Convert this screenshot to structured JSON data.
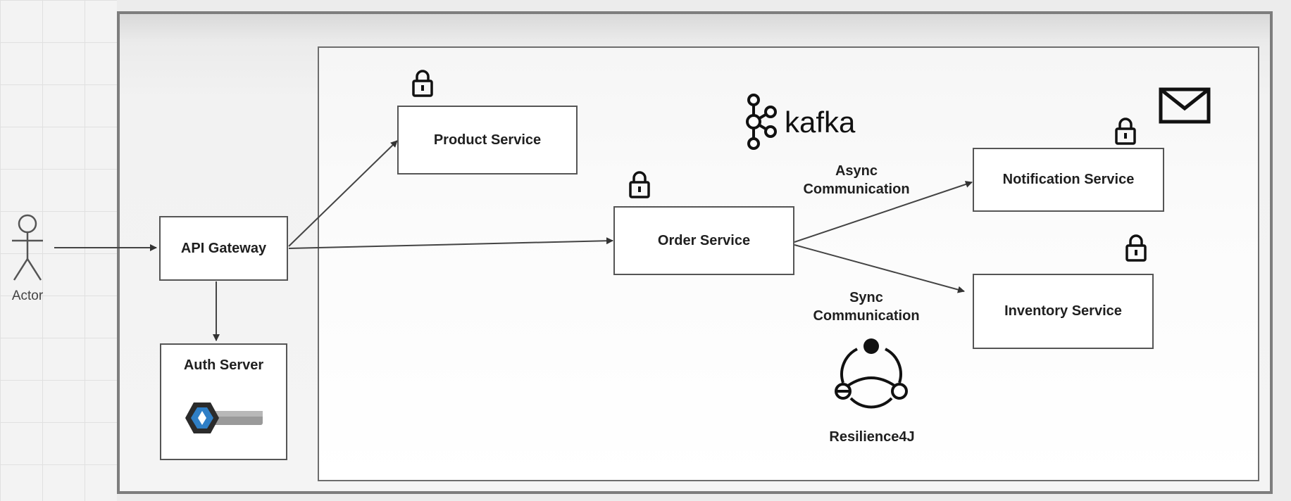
{
  "nodes": {
    "actor": "Actor",
    "api_gateway": "API Gateway",
    "auth_server": "Auth Server",
    "product_service": "Product Service",
    "order_service": "Order Service",
    "notification_service": "Notification Service",
    "inventory_service": "Inventory Service"
  },
  "labels": {
    "kafka": "kafka",
    "async_line1": "Async",
    "async_line2": "Communication",
    "sync_line1": "Sync",
    "sync_line2": "Communication",
    "resilience": "Resilience4J"
  },
  "icons": {
    "lock": "lock-icon",
    "mail": "mail-icon",
    "kafka": "kafka-logo-icon",
    "keycloak": "keycloak-key-icon",
    "resilience": "resilience4j-logo-icon",
    "actor": "stick-figure-icon"
  },
  "colors": {
    "line": "#444444",
    "border": "#555555",
    "text": "#1f1f1f"
  }
}
